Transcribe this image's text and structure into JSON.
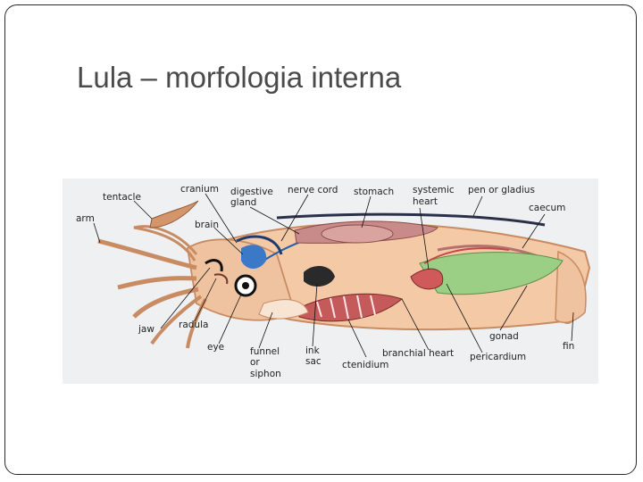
{
  "slide": {
    "title": "Lula – morfologia interna"
  },
  "diagram": {
    "labels": {
      "tentacle": "tentacle",
      "arm": "arm",
      "cranium": "cranium",
      "digestive_gland_1": "digestive",
      "digestive_gland_2": "gland",
      "nerve_cord": "nerve cord",
      "stomach": "stomach",
      "systemic_heart_1": "systemic",
      "systemic_heart_2": "heart",
      "pen_or_gladius": "pen or gladius",
      "caecum": "caecum",
      "brain": "brain",
      "jaw": "jaw",
      "radula": "radula",
      "eye": "eye",
      "funnel_1": "funnel",
      "funnel_2": "or",
      "funnel_3": "siphon",
      "ink_sac_1": "ink",
      "ink_sac_2": "sac",
      "ctenidium": "ctenidium",
      "branchial_heart": "branchial heart",
      "gonad": "gonad",
      "pericardium": "pericardium",
      "fin": "fin"
    },
    "colors": {
      "background": "#eef0f2",
      "body_outline": "#c98b62",
      "body_fill": "#f3c9a6",
      "pen": "#2a2f4a",
      "gland": "#c98a8a",
      "gonad": "#9ccf86",
      "heart": "#d05a5a",
      "brain": "#3a78c8"
    }
  }
}
